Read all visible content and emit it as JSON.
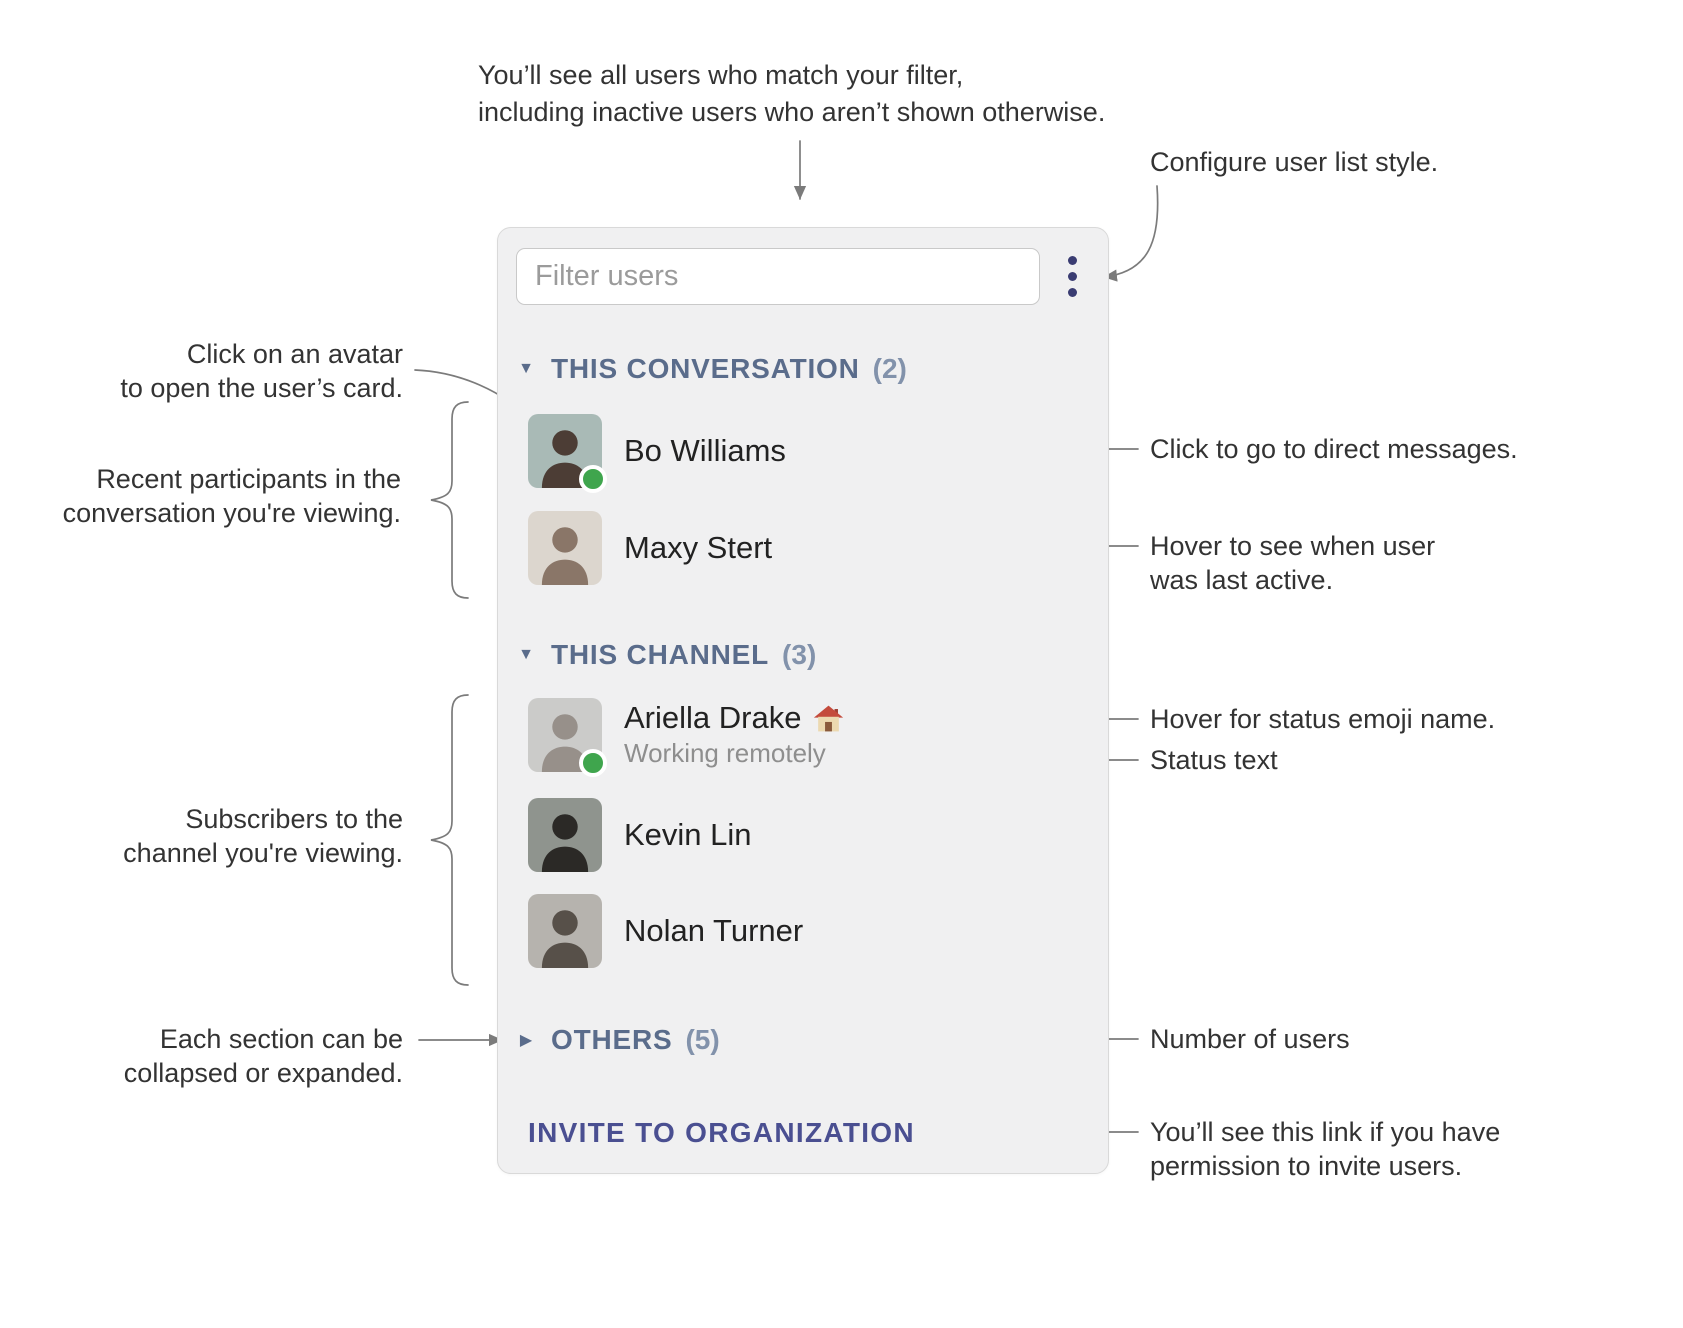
{
  "icons": {
    "expanded": "▼",
    "collapsed": "▶"
  },
  "annotations": {
    "filter_note": {
      "line1": "You’ll see all users who match your filter,",
      "line2": "including inactive users who aren’t shown otherwise."
    },
    "configure": {
      "line1": "Configure user list style."
    },
    "avatar_click": {
      "line1": "Click on an avatar",
      "line2": "to open the user’s card."
    },
    "recent_participants": {
      "line1": "Recent participants in the",
      "line2": "conversation you're viewing."
    },
    "subscribers": {
      "line1": "Subscribers to the",
      "line2": "channel you're viewing."
    },
    "collapse_note": {
      "line1": "Each section can be",
      "line2": "collapsed or expanded."
    },
    "direct_messages": {
      "line1": "Click to go to direct messages."
    },
    "last_active": {
      "line1": "Hover to see when user",
      "line2": "was last active."
    },
    "status_emoji": {
      "line1": "Hover for status emoji name."
    },
    "status_text": {
      "line1": "Status text"
    },
    "user_count": {
      "line1": "Number of users"
    },
    "invite_note": {
      "line1": "You’ll see this link if you have",
      "line2": "permission to invite users."
    }
  },
  "panel": {
    "filter_placeholder": "Filter users",
    "sections": [
      {
        "label": "THIS CONVERSATION",
        "count": "(2)",
        "collapsed": false
      },
      {
        "label": "THIS CHANNEL",
        "count": "(3)",
        "collapsed": false
      },
      {
        "label": "OTHERS",
        "count": "(5)",
        "collapsed": true
      }
    ],
    "users": {
      "conversation": [
        {
          "name": "Bo Williams",
          "online": true
        },
        {
          "name": "Maxy Stert",
          "online": false
        }
      ],
      "channel": [
        {
          "name": "Ariella Drake",
          "status_emoji_name": "house",
          "status_text": "Working remotely",
          "online": true
        },
        {
          "name": "Kevin Lin",
          "online": false
        },
        {
          "name": "Nolan Turner",
          "online": false
        }
      ]
    },
    "invite_label": "INVITE TO ORGANIZATION"
  },
  "colors": {
    "panel_bg": "#f0f0f1",
    "section_header": "#5a6c8b",
    "section_count": "#8292ab",
    "presence_online": "#3fa54d",
    "invite_link": "#4a4f91",
    "annotation_text": "#333333",
    "connector": "#7b7b7b"
  }
}
